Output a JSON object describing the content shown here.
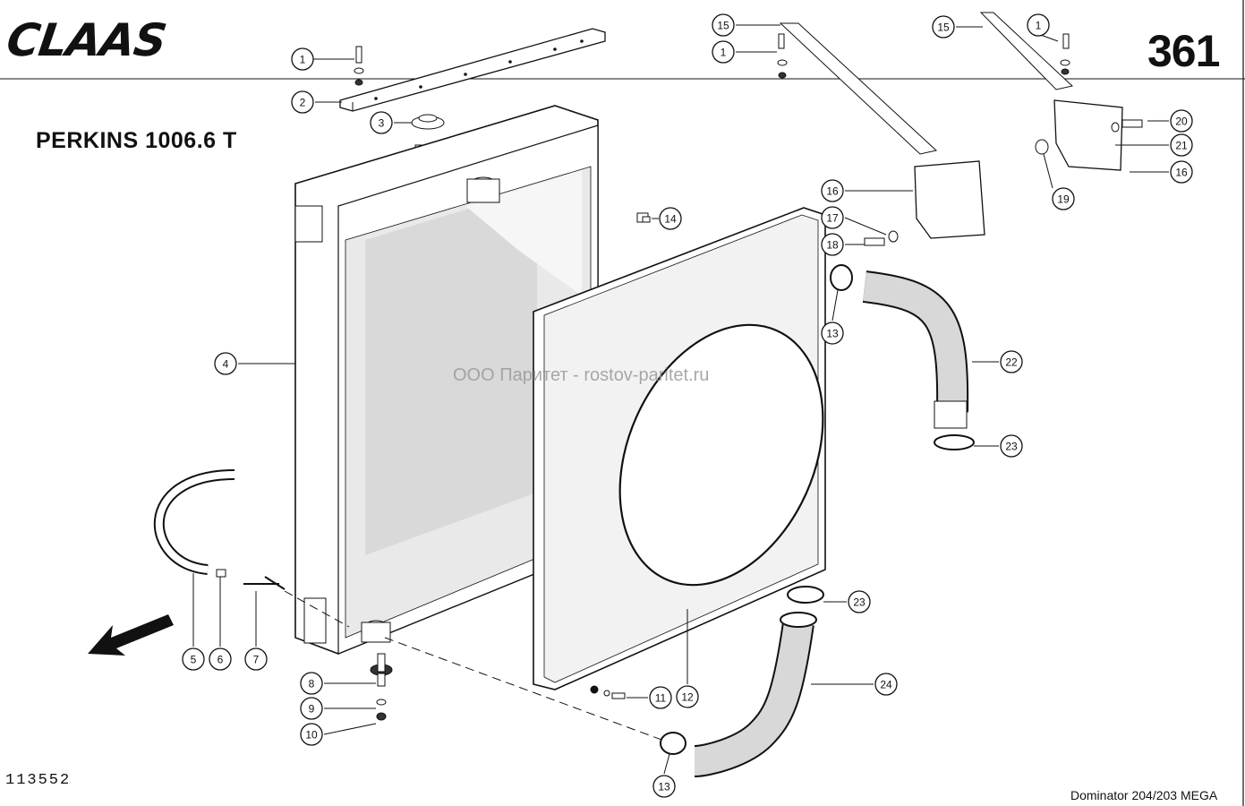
{
  "header": {
    "brand": "CLAAS",
    "page_number": "361",
    "engine_title": "PERKINS 1006.6 T"
  },
  "footer": {
    "drawing_number": "113552",
    "machine_model": "Dominator 204/203 MEGA"
  },
  "watermark": "ООО Паритет - rostov-paritet.ru",
  "callouts": [
    {
      "num": "1"
    },
    {
      "num": "2"
    },
    {
      "num": "3"
    },
    {
      "num": "4"
    },
    {
      "num": "5"
    },
    {
      "num": "6"
    },
    {
      "num": "7"
    },
    {
      "num": "8"
    },
    {
      "num": "9"
    },
    {
      "num": "10"
    },
    {
      "num": "11"
    },
    {
      "num": "12"
    },
    {
      "num": "13"
    },
    {
      "num": "13"
    },
    {
      "num": "14"
    },
    {
      "num": "15"
    },
    {
      "num": "1"
    },
    {
      "num": "15"
    },
    {
      "num": "1"
    },
    {
      "num": "16"
    },
    {
      "num": "17"
    },
    {
      "num": "18"
    },
    {
      "num": "16"
    },
    {
      "num": "19"
    },
    {
      "num": "20"
    },
    {
      "num": "21"
    },
    {
      "num": "22"
    },
    {
      "num": "23"
    },
    {
      "num": "23"
    },
    {
      "num": "24"
    }
  ]
}
